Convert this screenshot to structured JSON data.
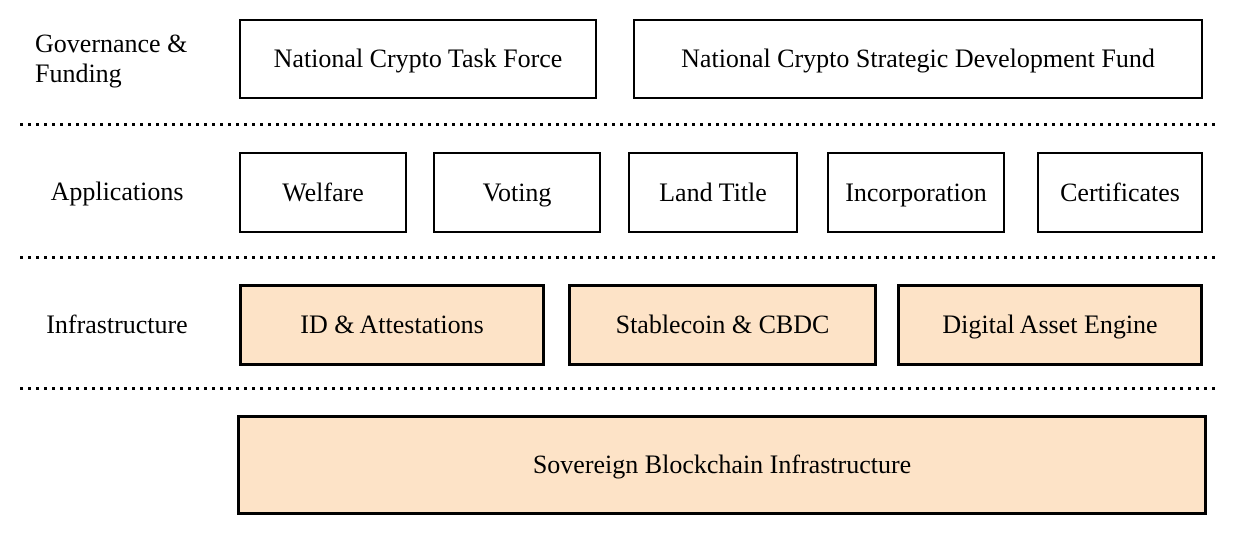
{
  "diagram": {
    "colors": {
      "background": "#FFFFFF",
      "text": "#000000",
      "box_border": "#000000",
      "plain_fill": "#FFFFFF",
      "highlight_fill": "#FDE3C7"
    },
    "layers": [
      {
        "label": "Governance & Funding",
        "boxes": [
          {
            "label": "National Crypto Task Force"
          },
          {
            "label": "National Crypto Strategic Development Fund"
          }
        ]
      },
      {
        "label": "Applications",
        "boxes": [
          {
            "label": "Welfare"
          },
          {
            "label": "Voting"
          },
          {
            "label": "Land Title"
          },
          {
            "label": "Incorporation"
          },
          {
            "label": "Certificates"
          }
        ]
      },
      {
        "label": "Infrastructure",
        "boxes": [
          {
            "label": "ID & Attestations"
          },
          {
            "label": "Stablecoin & CBDC"
          },
          {
            "label": "Digital Asset Engine"
          }
        ]
      }
    ],
    "base": {
      "label": "Sovereign Blockchain Infrastructure"
    }
  }
}
